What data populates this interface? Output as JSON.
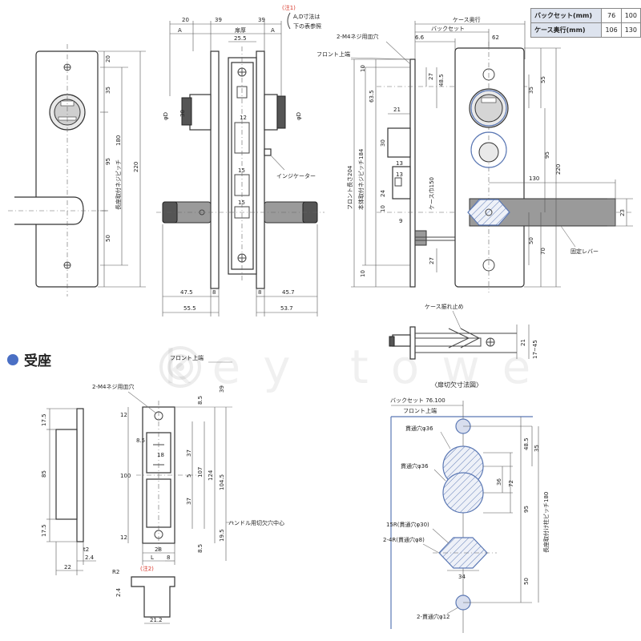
{
  "spec_table": {
    "rows": [
      {
        "label": "バックセット(mm)",
        "v1": "76",
        "v2": "100"
      },
      {
        "label": "ケース奥行(mm)",
        "v1": "106",
        "v2": "130"
      }
    ]
  },
  "section_title": "受座",
  "watermark": "key towe",
  "colors": {
    "accent_blue": "#4a6fc4",
    "note_red": "#d9382b",
    "table_header": "#dde3ee"
  },
  "labels": {
    "note1_tag": "(注1)",
    "note1_line1": "A,D寸法は",
    "note1_line2": "下の表参照",
    "note2_tag": "(注2)",
    "door_thickness": "扉厚",
    "screw_holes": "2-M4ネジ用皿穴",
    "front_top": "フロント上端",
    "case_depth": "ケース奥行",
    "backset": "バックセット",
    "indicator": "インジケーター",
    "front_length": "フロント長さ204",
    "body_pitch": "本体取付ネジピッチ184",
    "case_width": "ケース巾150",
    "fixed_lever": "固定レバー",
    "case_stop": "ケース振れ止め",
    "long_pitch": "長座取付ネジピッチ",
    "long_pitch_180": "長座取付け柱ピッチ180",
    "handle_center": "ハンドル用切欠穴中心",
    "cutout_title": "〈扉切欠寸法図〉",
    "backset_76_100": "バックセット 76.100",
    "through_36a": "貫通穴φ36",
    "through_36b": "貫通穴φ36",
    "r15": "15R(貫通穴φ30)",
    "r4": "2-4R(貫通穴φ8)",
    "through_12": "2-貫通穴φ12",
    "strike_screws": "2-M4ネジ用皿穴",
    "strike_front_top": "フロント上端",
    "A": "A",
    "D": "φD",
    "L": "L"
  },
  "dims": {
    "front_view": {
      "d20": "20",
      "d35": "35",
      "d95": "95",
      "d50": "50",
      "d180": "180",
      "d220": "220"
    },
    "side_view": {
      "d20": "20",
      "d39a": "39",
      "d39b": "39",
      "d25_5": "25.5",
      "d30": "30",
      "d12": "12",
      "d15a": "15",
      "d15b": "15",
      "d47_5": "47.5",
      "d8a": "8",
      "d8b": "8",
      "d45_7": "45.7",
      "d55_5": "55.5",
      "d53_7": "53.7"
    },
    "case_view": {
      "d6_6": "6.6",
      "d62": "62",
      "d10a": "10",
      "d63_5": "63.5",
      "d21": "21",
      "d30": "30",
      "d13a": "13",
      "d13b": "13",
      "d24": "24",
      "d10b": "10",
      "d9": "9",
      "d27a": "27",
      "d48_5": "48.5",
      "d27b": "27",
      "d10c": "10"
    },
    "escutcheon": {
      "d35": "35",
      "d55": "55",
      "d95": "95",
      "d130": "130",
      "d220": "220",
      "d23": "23",
      "d50": "50",
      "d70": "70"
    },
    "stop_view": {
      "d21": "21",
      "d17_45": "17~45"
    },
    "strike_side": {
      "d17_5a": "17.5",
      "d85": "85",
      "d17_5b": "17.5",
      "t2": "t2",
      "d2_4": "2.4",
      "d22": "22"
    },
    "strike_front": {
      "d8_5a": "8.5",
      "d12a": "12",
      "d8_5b": "8.5",
      "d18": "18",
      "d37a": "37",
      "d100": "100",
      "d5": "5",
      "d107": "107",
      "d124": "124",
      "d104_5": "104.5",
      "d37b": "37",
      "d12b": "12",
      "d8_5c": "8.5",
      "d19_5": "19.5",
      "d39": "39",
      "d28": "28",
      "d8": "8"
    },
    "strike_bottom": {
      "r2": "R2",
      "d2_4": "2.4",
      "d21_2": "21.2"
    },
    "cutout": {
      "d48_5": "48.5",
      "d35": "35",
      "d36": "36",
      "d72": "72",
      "d95": "95",
      "d34": "34",
      "d50": "50"
    }
  }
}
